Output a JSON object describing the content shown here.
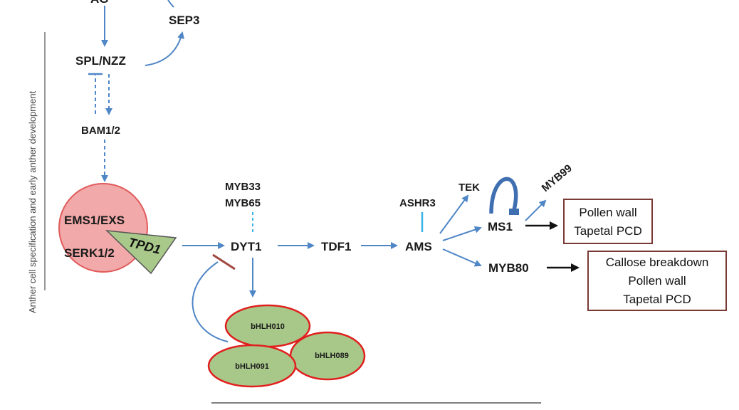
{
  "side_label": "Anther cell specification and early anther development",
  "colors": {
    "arrow": "#4f86c6",
    "dashed": "#4f86c6",
    "inhibit": "#a0473f",
    "black_arrow": "#111111",
    "box_border": "#7a3a34",
    "circle_fill": "#f2a9a9",
    "circle_stroke": "#e05b5b",
    "tpd_fill": "#a9c98a",
    "ellipse_fill": "#a8c88a",
    "ellipse_stroke": "#e0201e",
    "cyan_line": "#3ab4e6",
    "ms1_arc": "#3f6fb0"
  },
  "nodes": {
    "top_partial": "AG",
    "sep3": "SEP3",
    "spl_nzz": "SPL/NZZ",
    "bam12": "BAM1/2",
    "ems1_exs": "EMS1/EXS",
    "serk12": "SERK1/2",
    "tpd1": "TPD1",
    "myb33": "MYB33",
    "myb65": "MYB65",
    "dyt1": "DYT1",
    "tdf1": "TDF1",
    "ashr3": "ASHR3",
    "ams": "AMS",
    "tek": "TEK",
    "ms1": "MS1",
    "myb99": "MYB99",
    "myb80": "MYB80",
    "bhlh010": "bHLH010",
    "bhlh091": "bHLH091",
    "bhlh089": "bHLH089"
  },
  "boxes": {
    "ms1_box": [
      "Pollen wall",
      "Tapetal PCD"
    ],
    "myb80_box": [
      "Callose breakdown",
      "Pollen wall",
      "Tapetal PCD"
    ]
  }
}
